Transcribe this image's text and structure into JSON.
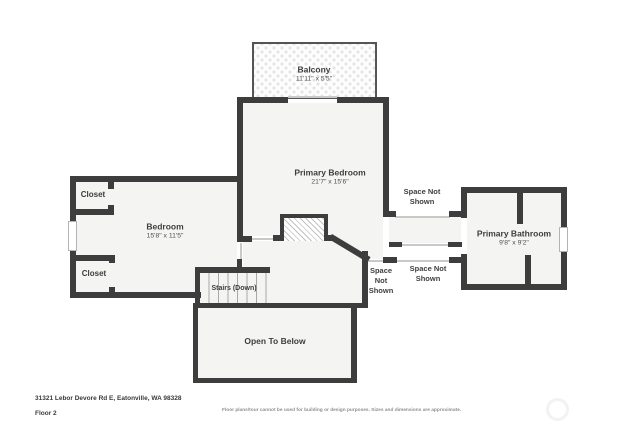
{
  "colors": {
    "wall": "#3d3d3d",
    "floor": "#f4f4f3",
    "thin_line": "#c9c9c9",
    "background": "#ffffff"
  },
  "rooms": {
    "balcony": {
      "name": "Balcony",
      "dims": "11'11\" x 5'5\""
    },
    "primary_bedroom": {
      "name": "Primary Bedroom",
      "dims": "21'7\" x 15'6\""
    },
    "bedroom": {
      "name": "Bedroom",
      "dims": "15'8\" x 11'5\""
    },
    "closet_upper": {
      "name": "Closet"
    },
    "closet_lower": {
      "name": "Closet"
    },
    "primary_bathroom": {
      "name": "Primary Bathroom",
      "dims": "9'8\" x 9'2\""
    },
    "stairs": {
      "name": "Stairs (Down)"
    },
    "open_to_below": {
      "name": "Open To Below"
    },
    "space_not_shown_top": {
      "name": "Space Not Shown"
    },
    "space_not_shown_left": {
      "name": "Space Not Shown"
    },
    "space_not_shown_right": {
      "name": "Space Not Shown"
    }
  },
  "footer": {
    "address": "31321 Lebor Devore Rd E, Eatonville, WA 98328",
    "floor_label": "Floor 2",
    "disclaimer": "Floor plans/tour cannot be used for building or design purposes. Sizes and dimensions are approximate."
  }
}
